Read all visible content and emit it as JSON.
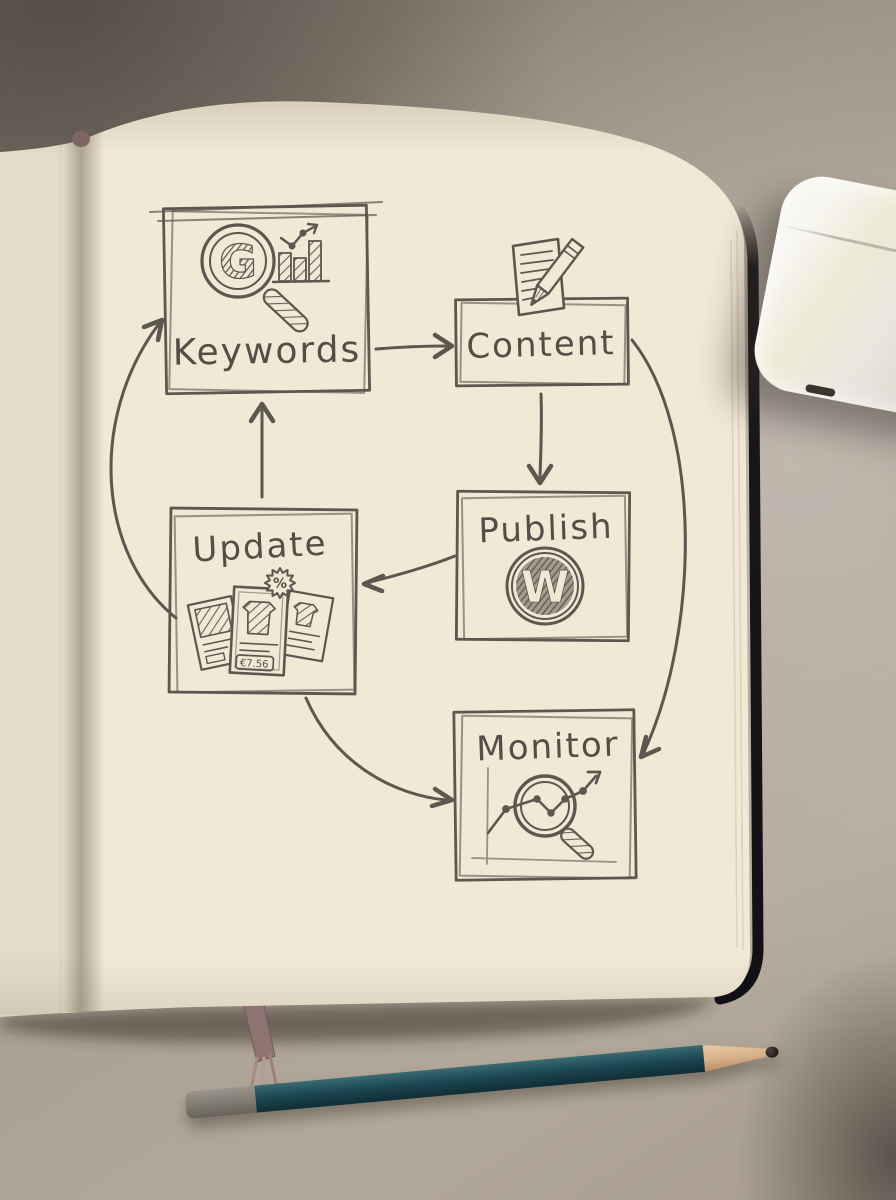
{
  "diagram": {
    "nodes": [
      {
        "id": "keywords",
        "label": "Keywords",
        "icon": "google-magnifier-bar-chart-icon",
        "icon_letter": "G"
      },
      {
        "id": "content",
        "label": "Content",
        "icon": "document-pencil-icon"
      },
      {
        "id": "publish",
        "label": "Publish",
        "icon": "wordpress-icon",
        "icon_letter": "W"
      },
      {
        "id": "update",
        "label": "Update",
        "icon": "product-cards-discount-icon",
        "badge": "%",
        "price_tag": "€7.56"
      },
      {
        "id": "monitor",
        "label": "Monitor",
        "icon": "magnifier-line-chart-icon"
      }
    ],
    "edges": [
      {
        "from": "keywords",
        "to": "content",
        "style": "straight"
      },
      {
        "from": "content",
        "to": "publish",
        "style": "straight"
      },
      {
        "from": "publish",
        "to": "update",
        "style": "straight"
      },
      {
        "from": "update",
        "to": "keywords",
        "style": "straight"
      },
      {
        "from": "update",
        "to": "keywords",
        "style": "curved-left"
      },
      {
        "from": "content",
        "to": "monitor",
        "style": "curved-right"
      },
      {
        "from": "update",
        "to": "monitor",
        "style": "curved"
      }
    ]
  },
  "scene_objects": [
    "open-notebook",
    "bookmark-ribbon",
    "airpods-case",
    "pencil"
  ],
  "colors": {
    "graphite": "#4f4a43",
    "page": "#f1e9d6",
    "desk": "#9a9083",
    "pencil_body": "#1f454d",
    "ribbon": "#8d7470",
    "airpods_case": "#efede8"
  }
}
